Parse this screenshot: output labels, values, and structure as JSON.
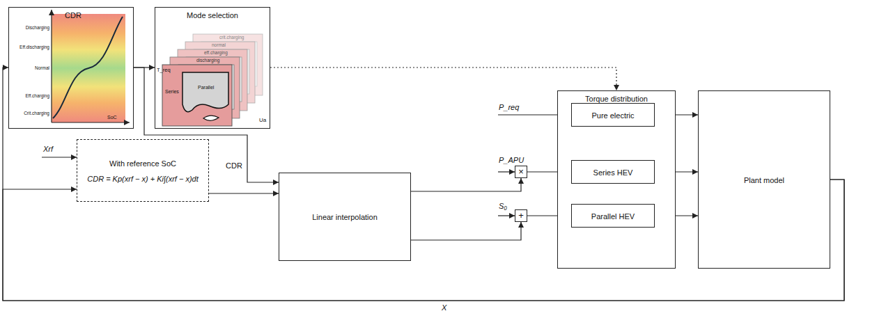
{
  "diagram": {
    "nodes": [
      {
        "text": [
          "CDR"
        ]
      },
      {
        "text": [
          "Mode selection"
        ]
      },
      {
        "text": [
          "With reference SoC",
          "CDR = Kp(xrf − x) + Ki∫(xrf − x)dt"
        ]
      },
      {
        "text": [
          "Linear interpolation"
        ]
      },
      {
        "text": [
          "Torque distribution"
        ]
      },
      {
        "text": [
          "Pure electric"
        ],
        "in": 4
      },
      {
        "text": [
          "Series HEV"
        ],
        "in": 4
      },
      {
        "text": [
          "Parallel HEV"
        ],
        "in": 4
      },
      {
        "text": [
          "Plant model"
        ]
      },
      {
        "text": [
          "×"
        ]
      },
      {
        "text": [
          "+"
        ]
      }
    ],
    "edges": [
      {
        "from": 0,
        "to": 1,
        "arrow": "to"
      },
      {
        "from": 0,
        "to": 3,
        "label": "CDR",
        "arrow": "to"
      },
      {
        "from": 2,
        "to": 3,
        "arrow": "to"
      },
      {
        "from": 1,
        "to": 4,
        "arrow": "to"
      },
      {
        "from": 3,
        "to": 9,
        "arrow": "to"
      },
      {
        "from": 3,
        "to": 10,
        "arrow": "to"
      },
      {
        "from": 9,
        "to": 6,
        "arrow": "to"
      },
      {
        "from": 10,
        "to": 7,
        "arrow": "to"
      },
      {
        "from": 5,
        "to": 8,
        "arrow": "to"
      },
      {
        "from": 6,
        "to": 8,
        "arrow": "to"
      },
      {
        "from": 7,
        "to": 8,
        "arrow": "to"
      },
      {
        "from": 8,
        "to": 0,
        "label": "X",
        "arrow": "to"
      },
      {
        "from": 8,
        "to": 2,
        "arrow": "to"
      }
    ],
    "labels": [
      "Discharging",
      "Eff.discharging",
      "Normal",
      "Eff.charging",
      "Crit.charging",
      "SoC",
      "crit.charging",
      "normal",
      "eff.charging",
      "discharging",
      "Series",
      "Parallel",
      "T_req",
      "Ua",
      "Xrf",
      "P_req",
      "P_APU",
      "S₀"
    ]
  }
}
